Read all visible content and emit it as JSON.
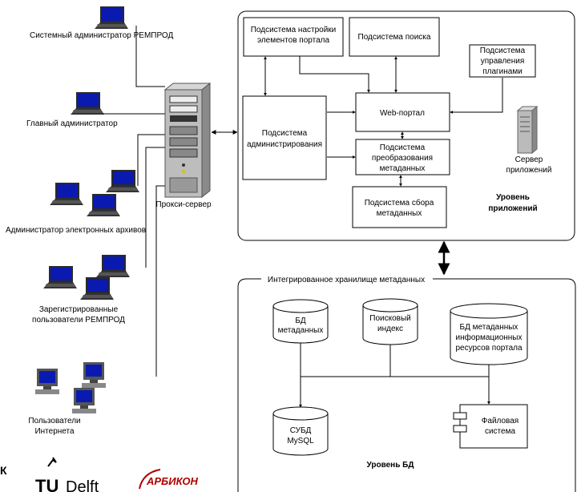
{
  "users": {
    "sysadmin": "Системный администратор РЕМПРОД",
    "main_admin": "Главный администратор",
    "archive_admin": "Администратор  электронных архивов",
    "registered": [
      "Зарегистрированные",
      "пользователи РЕМПРОД"
    ],
    "internet": [
      "Пользователи",
      "Интернета"
    ]
  },
  "proxy_label": "Прокси-сервер",
  "app_level": {
    "config": [
      "Подсистема настройки",
      "элементов портала"
    ],
    "search": "Подсистема  поиска",
    "plugins": [
      "Подсистема",
      "управления",
      "плагинами"
    ],
    "admin": [
      "Подсистема",
      "администрирования"
    ],
    "portal": "Web-портал",
    "transform": [
      "Подсистема",
      "преобразования",
      "метаданных"
    ],
    "collect": [
      "Подсистема сбора",
      "метаданных"
    ],
    "server": [
      "Сервер",
      "приложений"
    ],
    "level": [
      "Уровень",
      "приложений"
    ]
  },
  "db_level": {
    "title": "Интегрированное хранилище метаданных",
    "meta_db": [
      "БД",
      "метаданных"
    ],
    "search_index": [
      "Поисковый",
      "индекс"
    ],
    "resources_db": [
      "БД метаданных",
      "информационных",
      "ресурсов портала"
    ],
    "dbms": [
      "СУБД",
      "MySQL"
    ],
    "fs": [
      "Файловая",
      "система"
    ],
    "level": "Уровень БД"
  },
  "logos": {
    "partial": "К",
    "tudelft": "Delft",
    "arbicon": "АРБИКОН"
  },
  "colors": {
    "screen": "#0a1ab0",
    "laptop_body": "#2a2a2a",
    "server": "#b8b8b8"
  }
}
